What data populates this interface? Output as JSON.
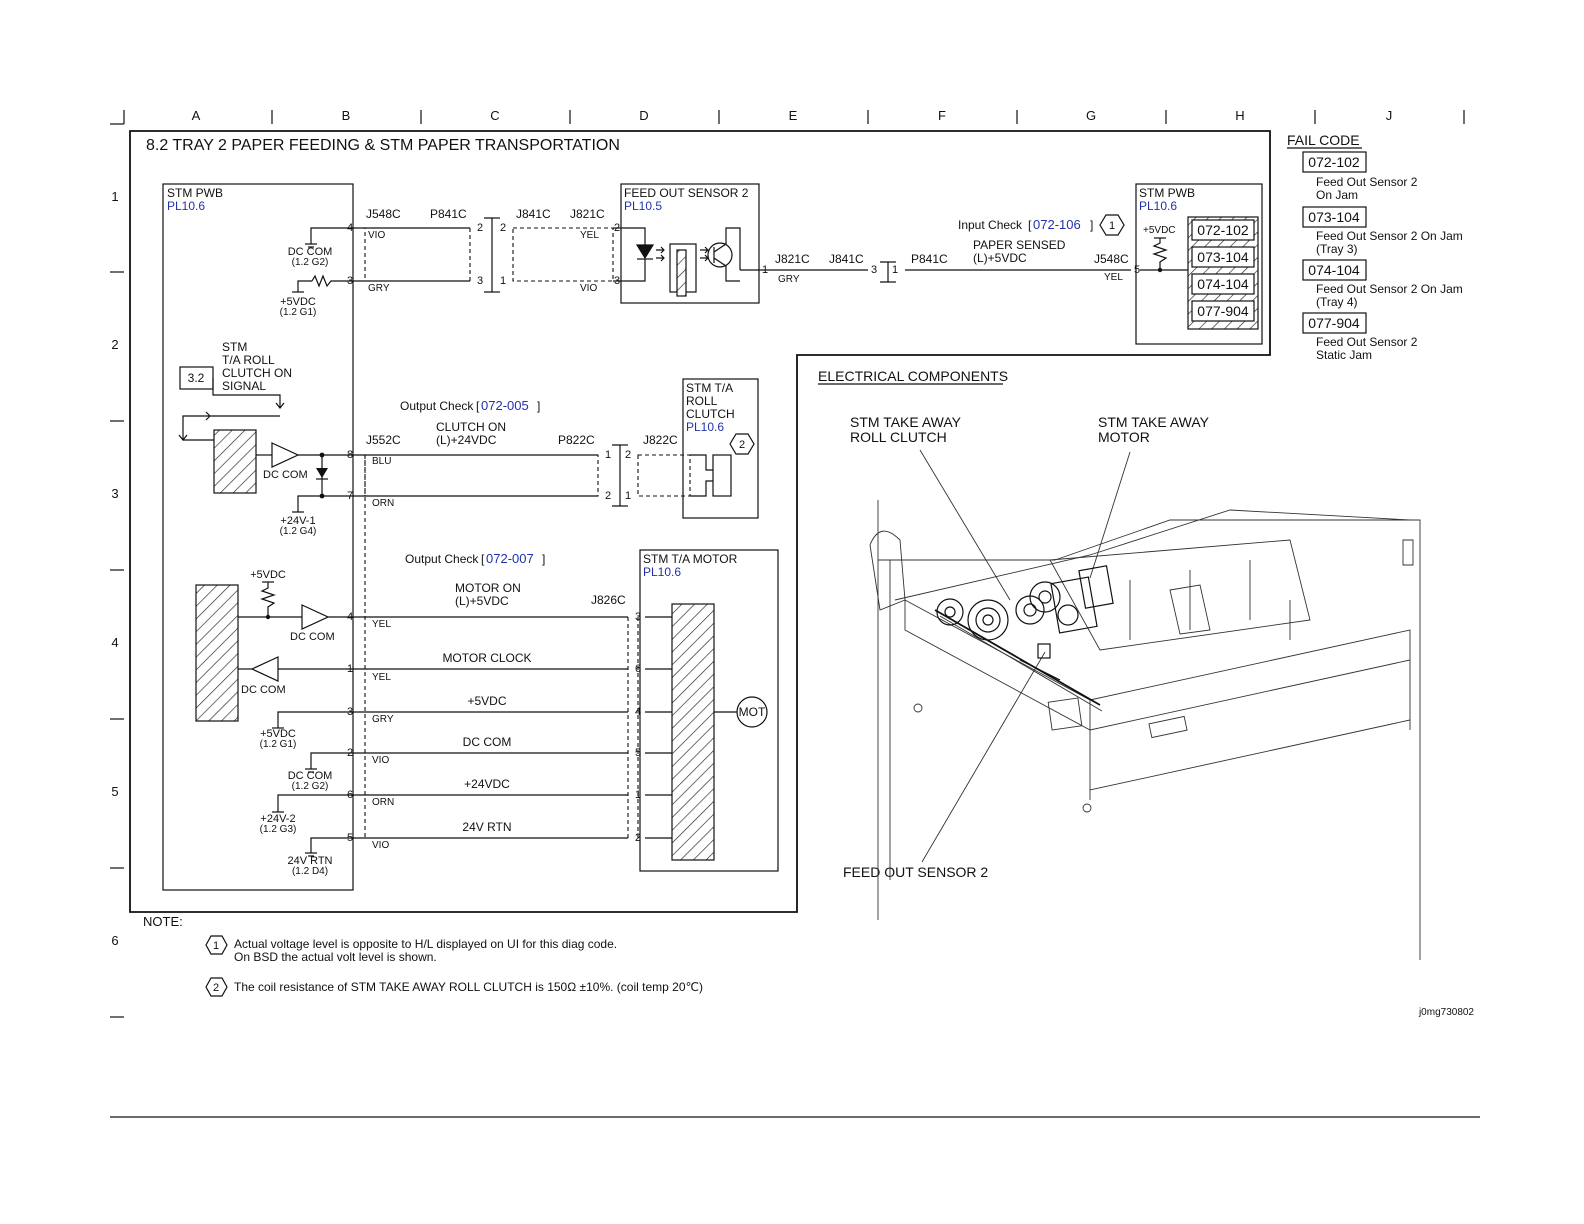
{
  "columns": [
    "A",
    "B",
    "C",
    "D",
    "E",
    "F",
    "G",
    "H",
    "J"
  ],
  "rows": [
    "1",
    "2",
    "3",
    "4",
    "5",
    "6"
  ],
  "title": "8.2 TRAY 2 PAPER FEEDING & STM PAPER TRANSPORTATION",
  "fail_code": {
    "heading": "FAIL CODE",
    "items": [
      {
        "code": "072-102",
        "line1": "Feed Out Sensor 2",
        "line2": "On Jam"
      },
      {
        "code": "073-104",
        "line1": "Feed Out Sensor 2 On Jam",
        "line2": "(Tray 3)"
      },
      {
        "code": "074-104",
        "line1": "Feed Out Sensor 2 On Jam",
        "line2": "(Tray 4)"
      },
      {
        "code": "077-904",
        "line1": "Feed Out Sensor 2",
        "line2": "Static Jam"
      }
    ]
  },
  "stm_pwb_left": {
    "name": "STM PWB",
    "pl": "PL10.6"
  },
  "stm_pwb_right": {
    "name": "STM PWB",
    "pl": "PL10.6",
    "v5": "+5VDC",
    "codes": [
      "072-102",
      "073-104",
      "074-104",
      "077-904"
    ]
  },
  "feed_sensor": {
    "name": "FEED OUT SENSOR 2",
    "pl": "PL10.5"
  },
  "sensor_circuit": {
    "j548c": "J548C",
    "p841c": "P841C",
    "j841c": "J841C",
    "j821c": "J821C",
    "vio": "VIO",
    "gry": "GRY",
    "yel": "YEL",
    "vio2": "VIO",
    "dc_com": "DC COM",
    "dc_com_ref": "(1.2 G2)",
    "v5": "+5VDC",
    "v5_ref": "(1.2 G1)",
    "input_check": "Input Check",
    "input_code": "072-106",
    "paper_sensed": "PAPER SENSED",
    "paper_sig": "(L)+5VDC",
    "j821c_b": "J821C",
    "j841c_b": "J841C",
    "p841c_b": "P841C",
    "j548c_b": "J548C",
    "gry_b": "GRY",
    "yel_b": "YEL"
  },
  "clutch_circuit": {
    "ref": "3.2",
    "stm": "STM",
    "ta_roll": "T/A ROLL",
    "clutch_on": "CLUTCH ON",
    "signal": "SIGNAL",
    "dc_com": "DC COM",
    "v24": "+24V-1",
    "v24_ref": "(1.2 G4)",
    "output_check": "Output Check",
    "output_code": "072-005",
    "clutch_sig_1": "CLUTCH ON",
    "clutch_sig_2": "(L)+24VDC",
    "j552c": "J552C",
    "p822c": "P822C",
    "j822c": "J822C",
    "blu": "BLU",
    "orn": "ORN",
    "clutch_name_1": "STM T/A",
    "clutch_name_2": "ROLL",
    "clutch_name_3": "CLUTCH",
    "clutch_pl": "PL10.6"
  },
  "motor_circuit": {
    "v5": "+5VDC",
    "dc_com_a": "DC COM",
    "dc_com_b": "DC COM",
    "v5_b": "+5VDC",
    "v5_b_ref": "(1.2 G1)",
    "dc_com_c": "DC COM",
    "dc_com_c_ref": "(1.2 G2)",
    "v24_2": "+24V-2",
    "v24_2_ref": "(1.2 G3)",
    "rtn": "24V RTN",
    "rtn_ref": "(1.2 D4)",
    "output_check": "Output Check",
    "output_code": "072-007",
    "motor_on_1": "MOTOR ON",
    "motor_on_2": "(L)+5VDC",
    "j826c": "J826C",
    "motor_name": "STM T/A MOTOR",
    "motor_pl": "PL10.6",
    "mot": "MOT",
    "lines": [
      {
        "left": "4",
        "label": "",
        "wire": "YEL",
        "right": "3"
      },
      {
        "left": "1",
        "label": "MOTOR CLOCK",
        "wire": "YEL",
        "right": "6"
      },
      {
        "left": "3",
        "label": "+5VDC",
        "wire": "GRY",
        "right": "4"
      },
      {
        "left": "2",
        "label": "DC COM",
        "wire": "VIO",
        "right": "5"
      },
      {
        "left": "6",
        "label": "+24VDC",
        "wire": "ORN",
        "right": "1"
      },
      {
        "left": "5",
        "label": "24V RTN",
        "wire": "VIO",
        "right": "2"
      }
    ]
  },
  "electrical": {
    "heading": "ELECTRICAL COMPONENTS",
    "clutch_1": "STM TAKE AWAY",
    "clutch_2": "ROLL CLUTCH",
    "motor_1": "STM TAKE AWAY",
    "motor_2": "MOTOR",
    "sensor": "FEED OUT SENSOR 2"
  },
  "notes": {
    "heading": "NOTE:",
    "n1_num": "1",
    "n1_line1": "Actual voltage level is opposite to H/L displayed on UI for this diag code.",
    "n1_line2": "On BSD the actual volt level is shown.",
    "n2_num": "2",
    "n2_line1": "The coil resistance of STM TAKE AWAY ROLL CLUTCH is 150Ω ±10%. (coil temp 20℃)"
  },
  "image_id": "j0mg730802"
}
